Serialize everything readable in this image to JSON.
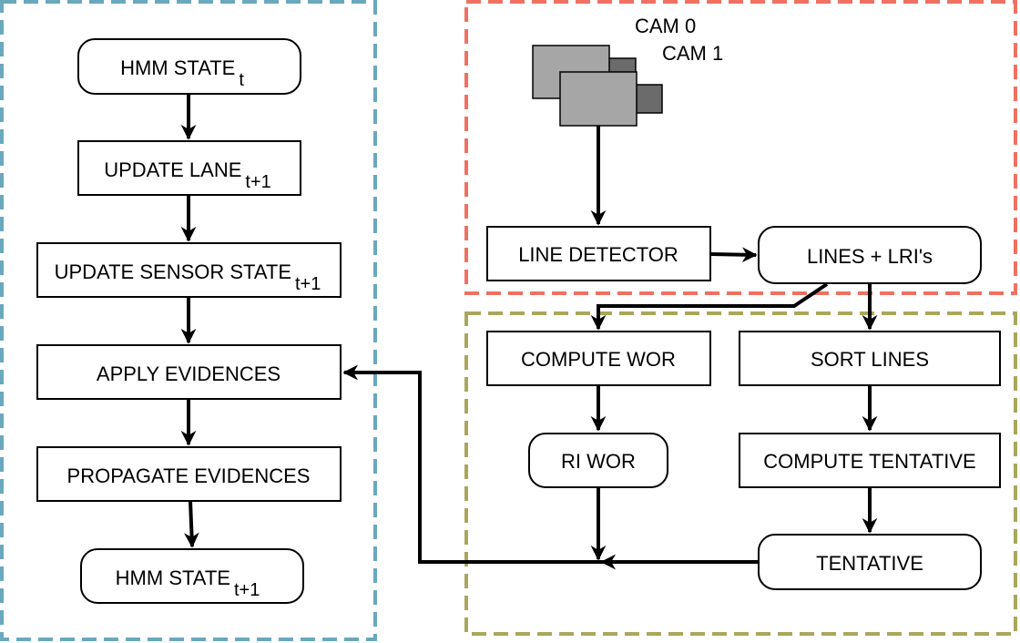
{
  "colors": {
    "hmm_region": "#6aa8be",
    "camera_region": "#f07162",
    "processing_region": "#a9a75a",
    "camera_body": "#a6a6a6",
    "camera_lens": "#6b6b6b"
  },
  "cameras": {
    "cam0": "CAM 0",
    "cam1": "CAM 1"
  },
  "nodes": {
    "hmm_state_t": {
      "main": "HMM STATE",
      "sub": "t"
    },
    "update_lane": {
      "main": "UPDATE LANE",
      "sub": "t+1"
    },
    "update_sensor_state": {
      "main": "UPDATE SENSOR STATE",
      "sub": "t+1"
    },
    "apply_evidences": {
      "main": "APPLY EVIDENCES"
    },
    "propagate_evidences": {
      "main": "PROPAGATE EVIDENCES"
    },
    "hmm_state_t1": {
      "main": "HMM STATE",
      "sub": "t+1"
    },
    "line_detector": {
      "main": "LINE DETECTOR"
    },
    "lines_lris": {
      "main": "LINES + LRI's"
    },
    "compute_wor": {
      "main": "COMPUTE WOR"
    },
    "sort_lines": {
      "main": "SORT LINES"
    },
    "ri_wor": {
      "main": "RI WOR"
    },
    "compute_tentative": {
      "main": "COMPUTE TENTATIVE"
    },
    "tentative": {
      "main": "TENTATIVE"
    }
  }
}
